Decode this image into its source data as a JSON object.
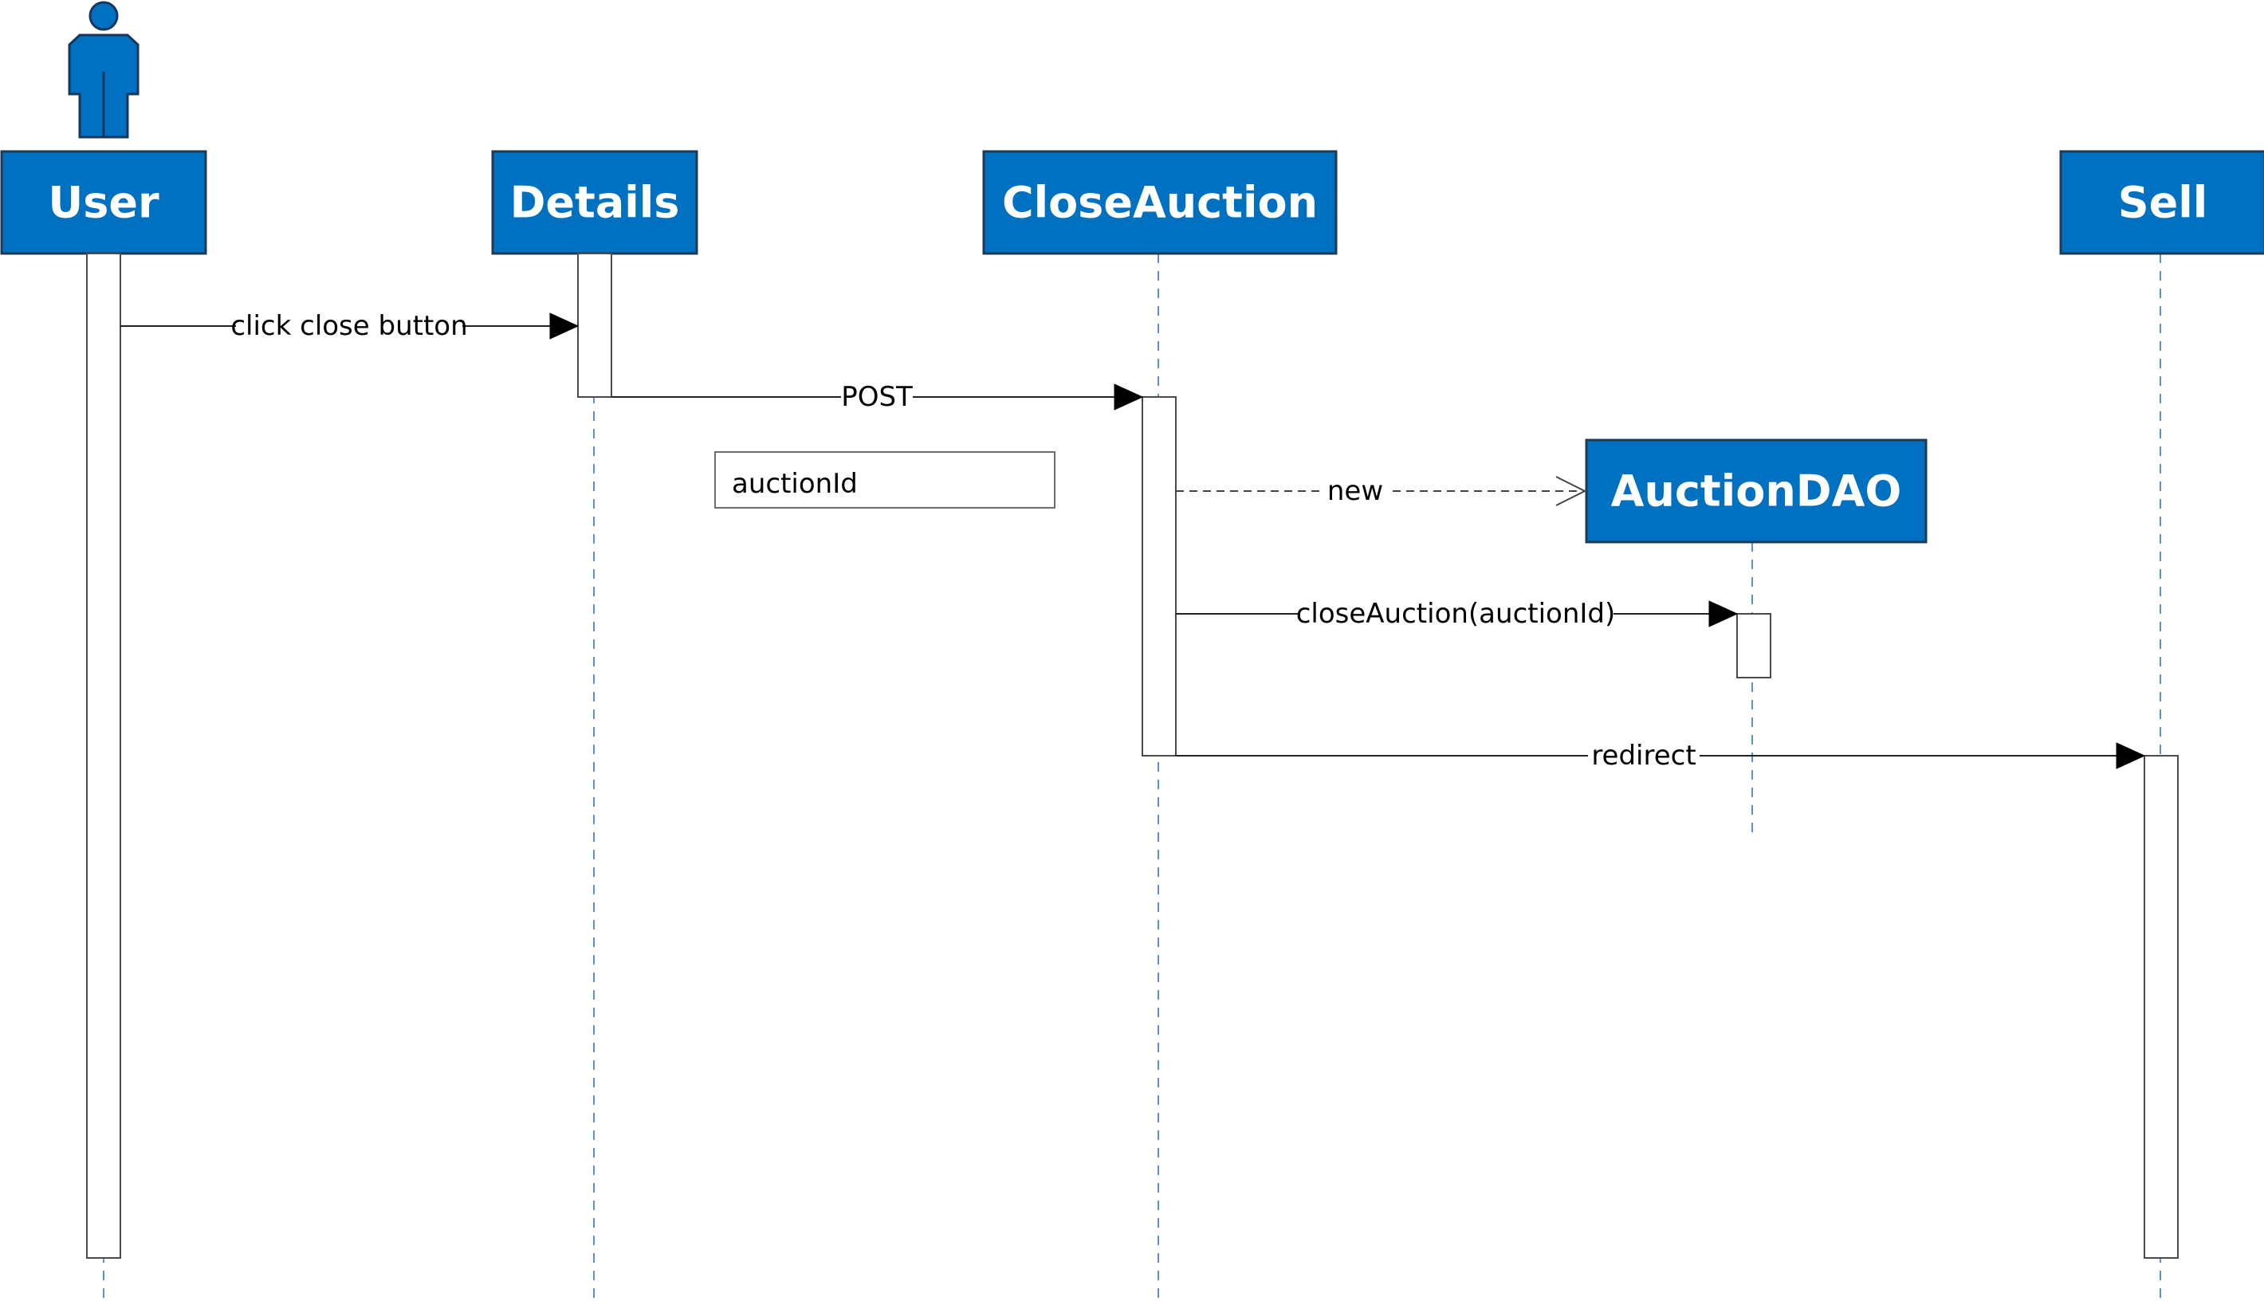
{
  "actor": {
    "icon": "actor-person-icon",
    "color": "#0070C0"
  },
  "participants": [
    {
      "id": "user",
      "label": "User"
    },
    {
      "id": "details",
      "label": "Details"
    },
    {
      "id": "closeauction",
      "label": "CloseAuction"
    },
    {
      "id": "auctiondao",
      "label": "AuctionDAO"
    },
    {
      "id": "sell",
      "label": "Sell"
    }
  ],
  "messages": [
    {
      "from": "User",
      "to": "Details",
      "label": "click close button",
      "style": "solid-filled-arrow"
    },
    {
      "from": "Details",
      "to": "CloseAuction",
      "label": "POST",
      "style": "solid-filled-arrow"
    },
    {
      "from": "CloseAuction",
      "to": "AuctionDAO",
      "label": "new",
      "style": "dashed-open-arrow"
    },
    {
      "from": "CloseAuction",
      "to": "AuctionDAO",
      "label": "closeAuction(auctionId)",
      "style": "solid-filled-arrow"
    },
    {
      "from": "CloseAuction",
      "to": "Sell",
      "label": "redirect",
      "style": "solid-filled-arrow"
    }
  ],
  "note": {
    "text": "auctionId"
  },
  "colors": {
    "header_fill": "#0070C0",
    "header_text": "#ffffff",
    "lifeline": "#5b8fd6"
  }
}
